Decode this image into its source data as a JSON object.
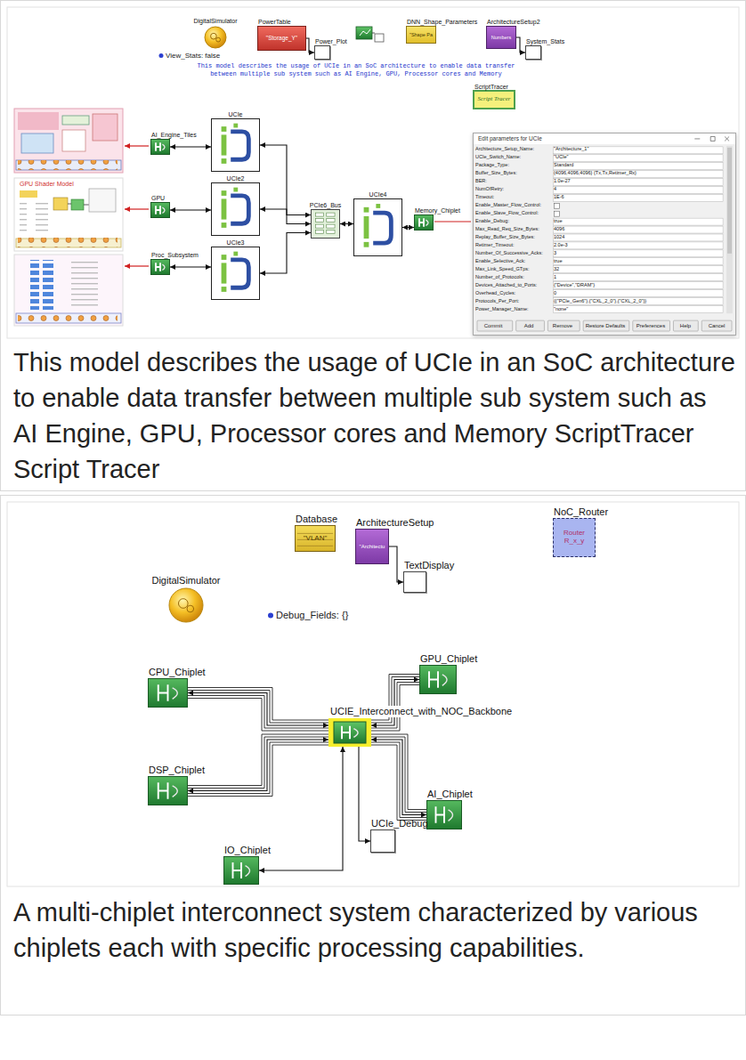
{
  "diagram": {
    "nodes": [
      {
        "text": [
          "This model describes the usage of UCIe in an SoC architecture to enable data transfer between multiple sub system such as AI Engine, GPU, Processor cores and Memory ScriptTracer Script Tracer"
        ]
      },
      {
        "text": [
          "DigitalSimulator"
        ],
        "in": 0
      },
      {
        "text": [
          "PowerTable",
          "\"Storage_Y\""
        ],
        "in": 0
      },
      {
        "text": [
          "Power_Plot"
        ],
        "in": 0
      },
      {
        "text": [
          "DNN_Shape_Parameters",
          "\"Shape Pa"
        ],
        "in": 0
      },
      {
        "text": [
          "ArchitectureSetup2",
          "Numbers"
        ],
        "in": 0
      },
      {
        "text": [
          "System_Stats"
        ],
        "in": 0
      },
      {
        "text": [
          "ScriptTracer",
          "Script Tracer"
        ],
        "in": 0
      },
      {
        "text": [
          "UCIe"
        ],
        "in": 0
      },
      {
        "text": [
          "AI_Engine_Tiles"
        ],
        "in": 0
      },
      {
        "text": [
          "UCIe2"
        ],
        "in": 0
      },
      {
        "text": [
          "GPU"
        ],
        "in": 0
      },
      {
        "text": [
          "UCIe3"
        ],
        "in": 0
      },
      {
        "text": [
          "Proc_Subsystem"
        ],
        "in": 0
      },
      {
        "text": [
          "PCIe6_Bus"
        ],
        "in": 0
      },
      {
        "text": [
          "UCIe4"
        ],
        "in": 0
      },
      {
        "text": [
          "Memory_Chiplet"
        ],
        "in": 0
      },
      {
        "text": [
          "Edit parameters for UCIe"
        ],
        "in": 0
      },
      {
        "text": [
          "A multi-chiplet interconnect system characterized by various chiplets each with specific processing capabilities."
        ]
      },
      {
        "text": [
          "DigitalSimulator"
        ],
        "in": 18
      },
      {
        "text": [
          "Database",
          "\"VLAN\""
        ],
        "in": 18
      },
      {
        "text": [
          "ArchitectureSetup",
          "\"Architectu"
        ],
        "in": 18
      },
      {
        "text": [
          "TextDisplay"
        ],
        "in": 18
      },
      {
        "text": [
          "NoC_Router",
          "Router R_x_y"
        ],
        "in": 18
      },
      {
        "text": [
          "CPU_Chiplet"
        ],
        "in": 18
      },
      {
        "text": [
          "GPU_Chiplet"
        ],
        "in": 18
      },
      {
        "text": [
          "UCIE_Interconnect_with_NOC_Backbone"
        ],
        "in": 18
      },
      {
        "text": [
          "DSP_Chiplet"
        ],
        "in": 18
      },
      {
        "text": [
          "AI_Chiplet"
        ],
        "in": 18
      },
      {
        "text": [
          "IO_Chiplet"
        ],
        "in": 18
      },
      {
        "text": [
          "UCIe_Debug"
        ],
        "in": 18
      }
    ],
    "edges": [
      {
        "from": 2,
        "to": 3,
        "arrow": "to"
      },
      {
        "from": 5,
        "to": 6,
        "arrow": "to"
      },
      {
        "from": 9,
        "to": 8,
        "arrow": "both"
      },
      {
        "from": 11,
        "to": 10,
        "arrow": "both"
      },
      {
        "from": 13,
        "to": 12,
        "arrow": "both"
      },
      {
        "from": 8,
        "to": 14,
        "arrow": "both"
      },
      {
        "from": 10,
        "to": 14,
        "arrow": "both"
      },
      {
        "from": 12,
        "to": 14,
        "arrow": "both"
      },
      {
        "from": 14,
        "to": 15,
        "arrow": "both"
      },
      {
        "from": 15,
        "to": 16,
        "arrow": "both"
      },
      {
        "from": 21,
        "to": 22,
        "arrow": "to"
      },
      {
        "from": 24,
        "to": 26,
        "arrow": "both"
      },
      {
        "from": 27,
        "to": 26,
        "arrow": "both"
      },
      {
        "from": 29,
        "to": 26,
        "arrow": "both"
      },
      {
        "from": 26,
        "to": 25,
        "arrow": "both"
      },
      {
        "from": 26,
        "to": 28,
        "arrow": "both"
      },
      {
        "from": 26,
        "to": 30,
        "arrow": "to"
      }
    ],
    "labels": [
      "View_Stats: false",
      "This model describes the usage of UCIe in an SoC architecture to enable data transfer between multiple sub system such as AI Engine, GPU, Processor cores and Memory",
      "GPU Shader Model",
      "Architecture_Setup_Name:",
      "\"Architecture_1\"",
      "UCIe_Switch_Name:",
      "\"UCIe\"",
      "Package_Type:",
      "Standard",
      "Buffer_Size_Bytes:",
      "{4096,4096,4096} {Tx,Tx,Retimer_Rx}",
      "BER:",
      "1.0e-27",
      "NumOfRetry:",
      "4",
      "Timeout:",
      "1E-6",
      "Enable_Master_Flow_Control:",
      "Enable_Slave_Flow_Control:",
      "Enable_Debug:",
      "true",
      "Max_Read_Req_Size_Bytes:",
      "4096",
      "Replay_Buffer_Size_Bytes:",
      "1024",
      "Retimer_Timeout:",
      "2.0e-3",
      "Number_Of_Successive_Acks:",
      "3",
      "Enable_Selective_Ack:",
      "true",
      "Max_Link_Speed_GTps:",
      "32",
      "Number_of_Protocols:",
      "1",
      "Devices_Attached_to_Ports:",
      "{\"Device\",\"DRAM\"}",
      "Overhead_Cycles:",
      "0",
      "Protocols_Per_Port:",
      "{{\"PCIe_Gen6\"},{\"CXL_2_0\"},{\"CXL_2_0\"}}",
      "Power_Manager_Name:",
      "\"none\"",
      "Commit",
      "Add",
      "Remove",
      "Restore Defaults",
      "Preferences",
      "Help",
      "Cancel",
      "Debug_Fields: {}"
    ]
  }
}
